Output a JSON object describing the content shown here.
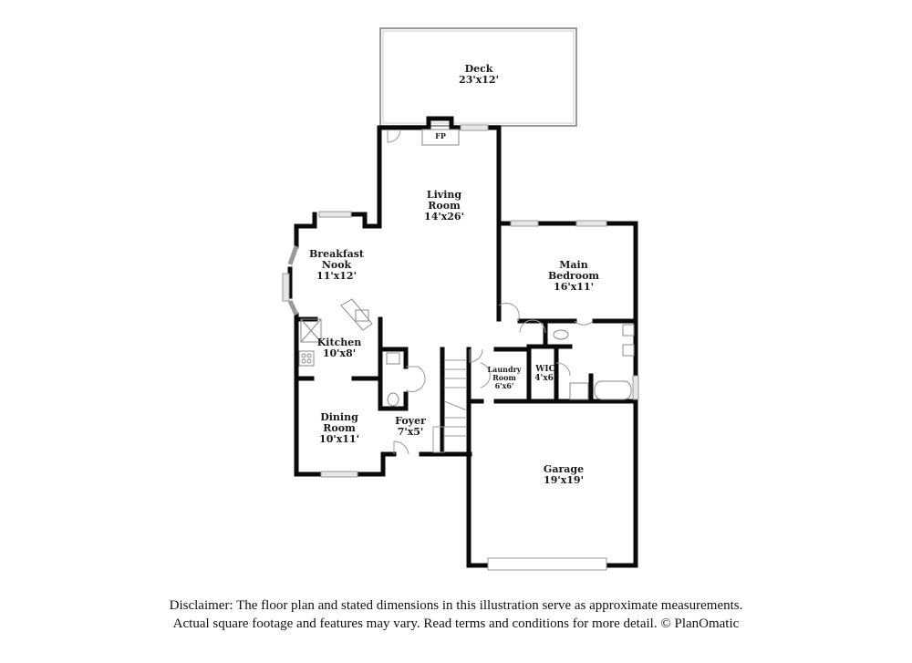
{
  "floorplan": {
    "colors": {
      "wall": "#0a0a0a",
      "window": "#d6d6d6",
      "fixture": "#888888",
      "background": "#ffffff"
    },
    "rooms": [
      {
        "id": "deck",
        "name": "Deck",
        "dimensions": "23'x12'"
      },
      {
        "id": "fireplace",
        "name": "FP",
        "dimensions": ""
      },
      {
        "id": "living-room",
        "name": "Living Room",
        "name_line1": "Living",
        "name_line2": "Room",
        "dimensions": "14'x26'"
      },
      {
        "id": "breakfast-nook",
        "name": "Breakfast Nook",
        "name_line1": "Breakfast",
        "name_line2": "Nook",
        "dimensions": "11'x12'"
      },
      {
        "id": "main-bedroom",
        "name": "Main Bedroom",
        "name_line1": "Main",
        "name_line2": "Bedroom",
        "dimensions": "16'x11'"
      },
      {
        "id": "kitchen",
        "name": "Kitchen",
        "dimensions": "10'x8'"
      },
      {
        "id": "laundry-room",
        "name": "Laundry Room",
        "name_line1": "Laundry",
        "name_line2": "Room",
        "dimensions": "6'x6'"
      },
      {
        "id": "wic",
        "name": "WIC",
        "dimensions": "4'x6'"
      },
      {
        "id": "dining-room",
        "name": "Dining Room",
        "name_line1": "Dining",
        "name_line2": "Room",
        "dimensions": "10'x11'"
      },
      {
        "id": "foyer",
        "name": "Foyer",
        "dimensions": "7'x5'"
      },
      {
        "id": "garage",
        "name": "Garage",
        "dimensions": "19'x19'"
      }
    ]
  },
  "disclaimer": {
    "line1": "Disclaimer: The floor plan and stated dimensions in this illustration serve as approximate measurements.",
    "line2": "Actual square footage and features may vary. Read terms and conditions for more detail. © PlanOmatic"
  }
}
